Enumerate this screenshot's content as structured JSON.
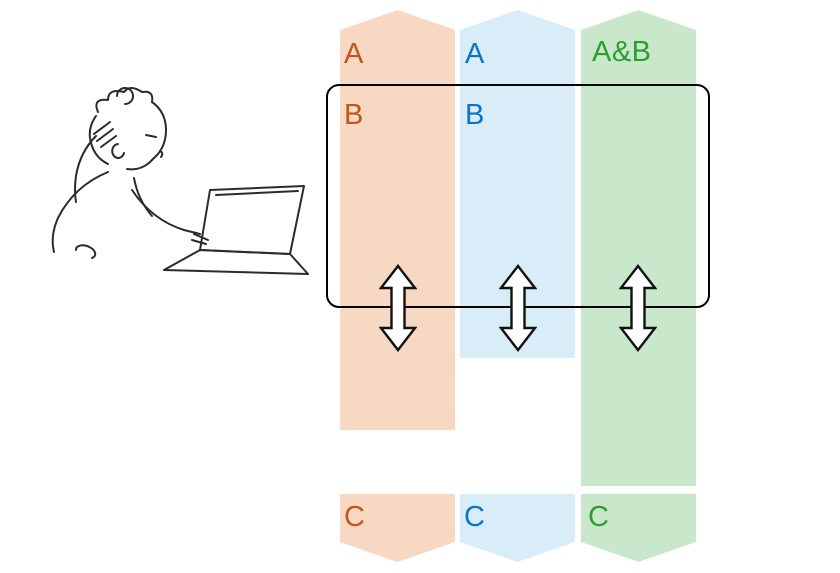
{
  "columns": [
    {
      "id": "orange",
      "top_label": "A",
      "box_label": "B",
      "bottom_label": "C",
      "fill": "#f6d8c3",
      "label_color": "#c2571b"
    },
    {
      "id": "blue",
      "top_label": "A",
      "box_label": "B",
      "bottom_label": "C",
      "fill": "#d8edf8",
      "label_color": "#0b74c9"
    },
    {
      "id": "green",
      "top_label": "A&B",
      "bottom_label": "C",
      "fill": "#c9e7ca",
      "label_color": "#2e9e2f"
    }
  ],
  "outline_color": "#000000",
  "icons": {
    "arrow": "up-down-arrow",
    "illustration": "person-thinking-at-laptop"
  }
}
